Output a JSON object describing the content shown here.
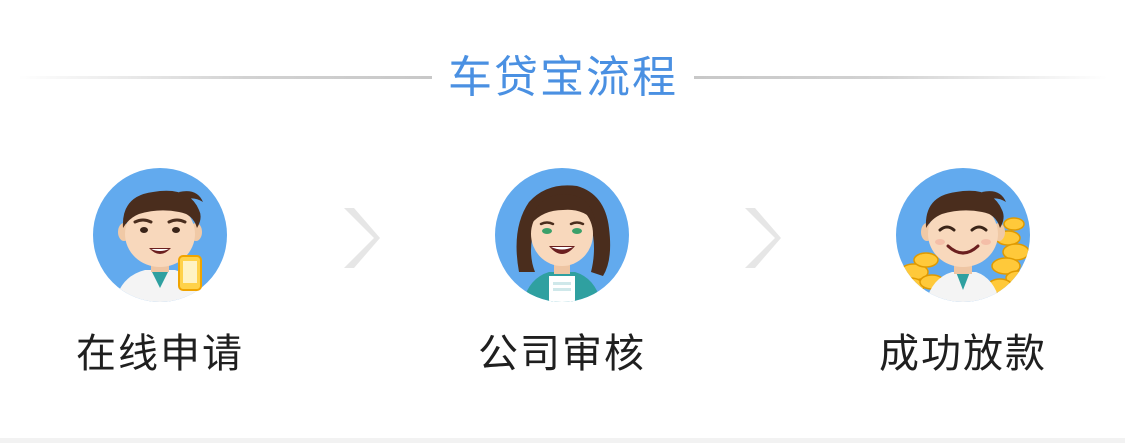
{
  "section": {
    "title": "车贷宝流程"
  },
  "steps": [
    {
      "label": "在线申请",
      "avatar_icon": "man-with-phone-avatar-icon"
    },
    {
      "label": "公司审核",
      "avatar_icon": "woman-with-document-avatar-icon"
    },
    {
      "label": "成功放款",
      "avatar_icon": "happy-man-with-gold-coins-avatar-icon"
    }
  ],
  "arrow_icon": "chevron-right-icon",
  "colors": {
    "title": "#4a90e2",
    "avatar_bg": "#62aaee",
    "label": "#1f1f1f",
    "arrow": "#e4e4e4",
    "divider": "#d2d2d2"
  }
}
